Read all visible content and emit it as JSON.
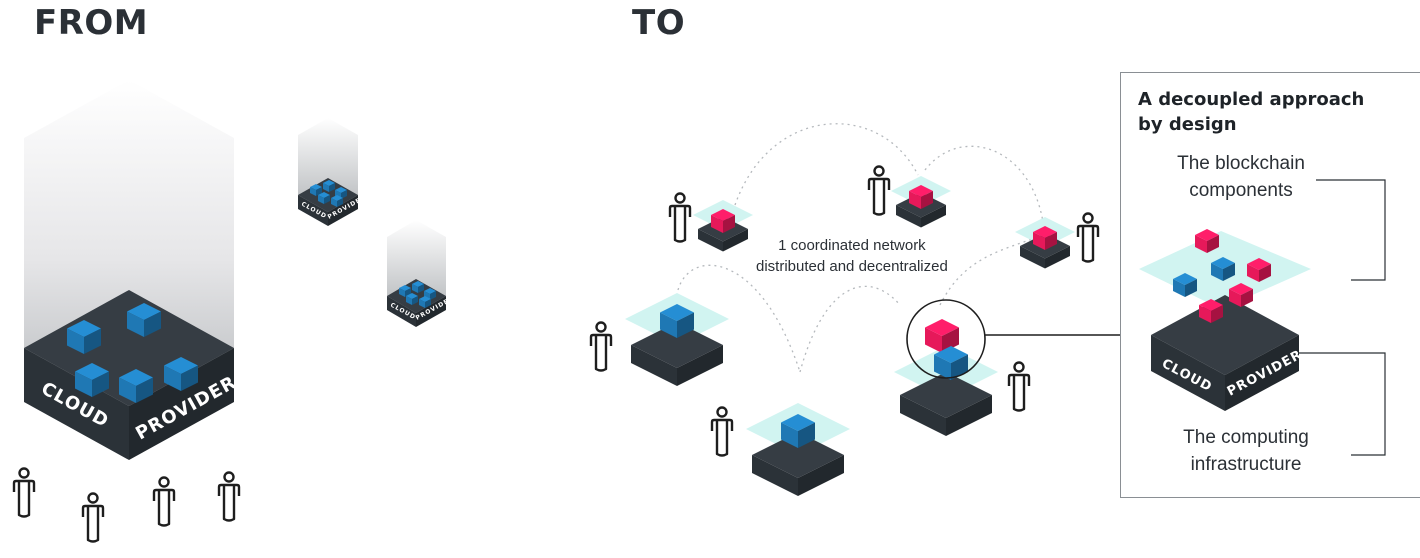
{
  "headings": {
    "from": "FROM",
    "to": "TO"
  },
  "cloud_label": {
    "cloud": "CLOUD",
    "provider": "PROVIDER"
  },
  "network_label": {
    "line1": "1 coordinated network",
    "line2": "distributed and decentralized"
  },
  "panel": {
    "title_line1": "A decoupled approach",
    "title_line2": "by design",
    "blockchain_line1": "The blockchain",
    "blockchain_line2": "components",
    "computing_line1": "The computing",
    "computing_line2": "infrastructure"
  },
  "colors": {
    "platform": "#2b3238",
    "platform_top": "#363d44",
    "blue_cube": "#1f78b4",
    "pink_cube": "#e6195a",
    "halo": "#c9f2ee",
    "person": "#1e1e1e"
  }
}
